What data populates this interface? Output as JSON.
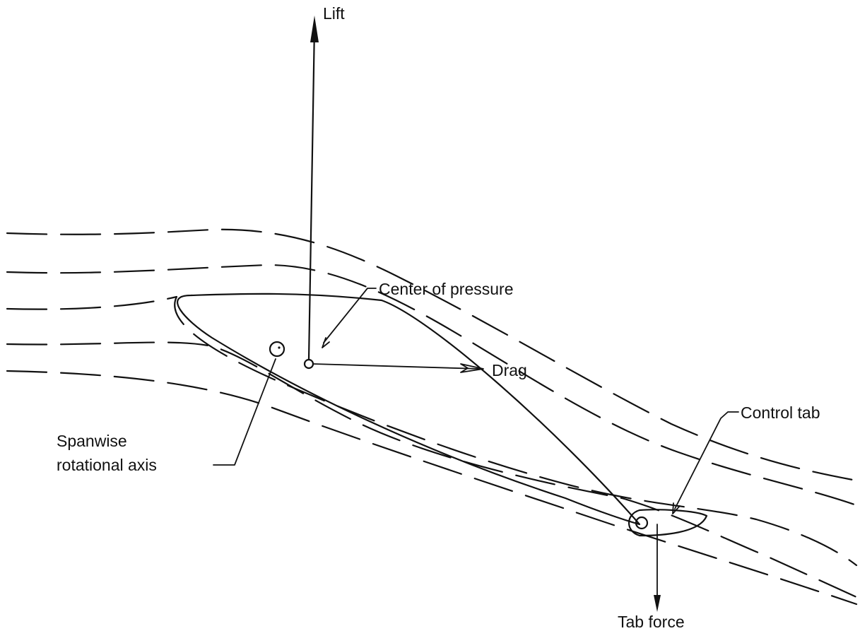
{
  "labels": {
    "lift": "Lift",
    "center_of_pressure": "Center of pressure",
    "drag": "Drag",
    "control_tab": "Control tab",
    "spanwise_line1": "Spanwise",
    "spanwise_line2": "rotational axis",
    "tab_force": "Tab force"
  }
}
